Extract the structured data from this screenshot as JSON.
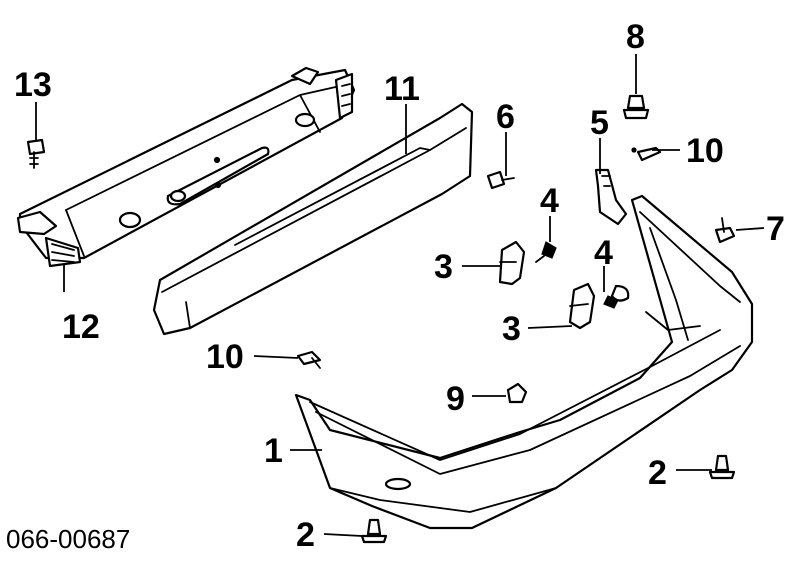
{
  "diagram": {
    "reference_number": "066-00687",
    "callouts": {
      "c1": "1",
      "c2a": "2",
      "c2b": "2",
      "c3a": "3",
      "c3b": "3",
      "c4a": "4",
      "c4b": "4",
      "c5": "5",
      "c6": "6",
      "c7": "7",
      "c8": "8",
      "c9": "9",
      "c10a": "10",
      "c10b": "10",
      "c11": "11",
      "c12": "12",
      "c13": "13"
    }
  }
}
